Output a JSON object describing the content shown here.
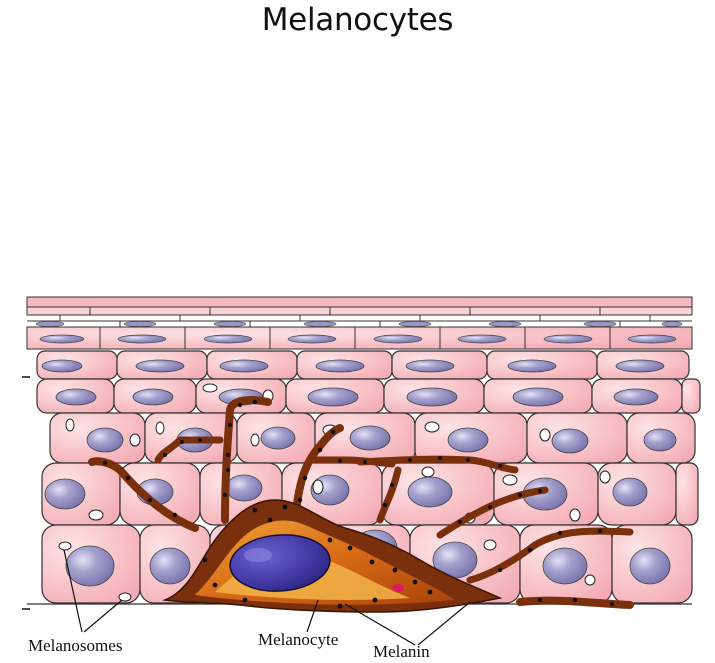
{
  "title": "Melanocytes",
  "labels": {
    "melanosomes": "Melanosomes",
    "melanocyte": "Melanocyte",
    "melanin": "Melanin"
  },
  "colors": {
    "cell_fill": "#f8c3c8",
    "cell_highlight": "#f48fa0",
    "nucleus": "#8c87b8",
    "melanocyte_body": "#7a2f0d",
    "melanocyte_core": "#d8731a",
    "melanocyte_nucleus": "#3f36a0",
    "melanin_granule": "#111111"
  }
}
